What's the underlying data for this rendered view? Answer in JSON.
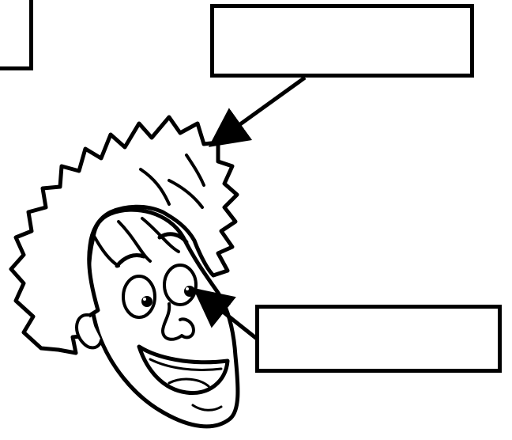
{
  "diagram": {
    "illustration": "cartoon-boy-head",
    "line_color": "#000000",
    "background_color": "#ffffff",
    "labels": [
      {
        "id": "label-top-left",
        "text": ""
      },
      {
        "id": "label-hair",
        "text": ""
      },
      {
        "id": "label-eye",
        "text": ""
      }
    ]
  }
}
